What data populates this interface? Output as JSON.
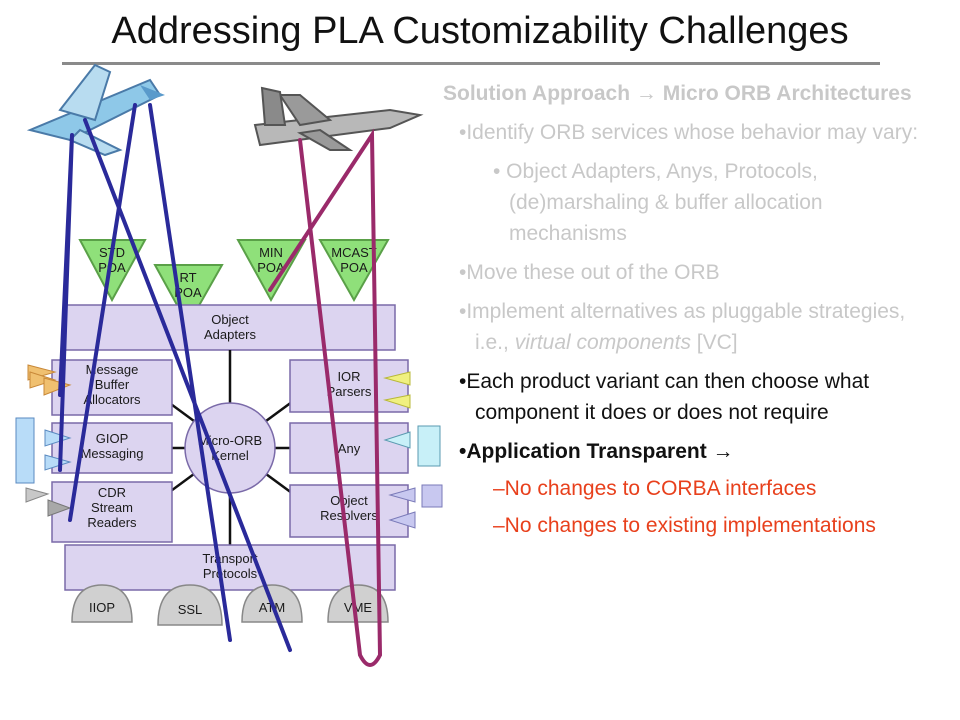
{
  "title": "Addressing PLA Customizability Challenges",
  "colors": {
    "box_fill": "#dcd4f0",
    "box_stroke": "#7a6aa8",
    "tri_fill": "#8fe07a",
    "blue_line": "#2a2a9a",
    "purple_line": "#9a2a6a",
    "red_text": "#e8401c"
  },
  "diagram": {
    "poas": [
      "STD\nPOA",
      "RT\nPOA",
      "MIN\nPOA",
      "MCAST\nPOA"
    ],
    "object_adapters": "Object\nAdapters",
    "left_boxes": [
      "Message\nBuffer\nAllocators",
      "GIOP\nMessaging",
      "CDR\nStream\nReaders"
    ],
    "right_boxes": [
      "IOR\nParsers",
      "Any",
      "Object\nResolvers"
    ],
    "kernel": "Micro-ORB\nKernel",
    "transport": "Transport\nProtocols",
    "protocols": [
      "IIOP",
      "SSL",
      "ATM",
      "VME"
    ]
  },
  "bullets": {
    "heading": "Solution Approach → Micro ORB Architectures",
    "b1": "•Identify ORB services whose behavior may vary:",
    "b1_sub": "• Object Adapters, Anys, Protocols, (de)marshaling & buffer allocation mechanisms",
    "b2": "•Move these out of the ORB",
    "b3_pre": "•Implement alternatives as pluggable strategies, i.e., ",
    "b3_em": "virtual components",
    "b3_post": " [VC]",
    "b4": "•Each product variant can then choose what component it does or does not require",
    "b5": "•Application Transparent →",
    "b5_sub1": "–No changes to CORBA interfaces",
    "b5_sub2": "–No changes to existing implementations"
  }
}
